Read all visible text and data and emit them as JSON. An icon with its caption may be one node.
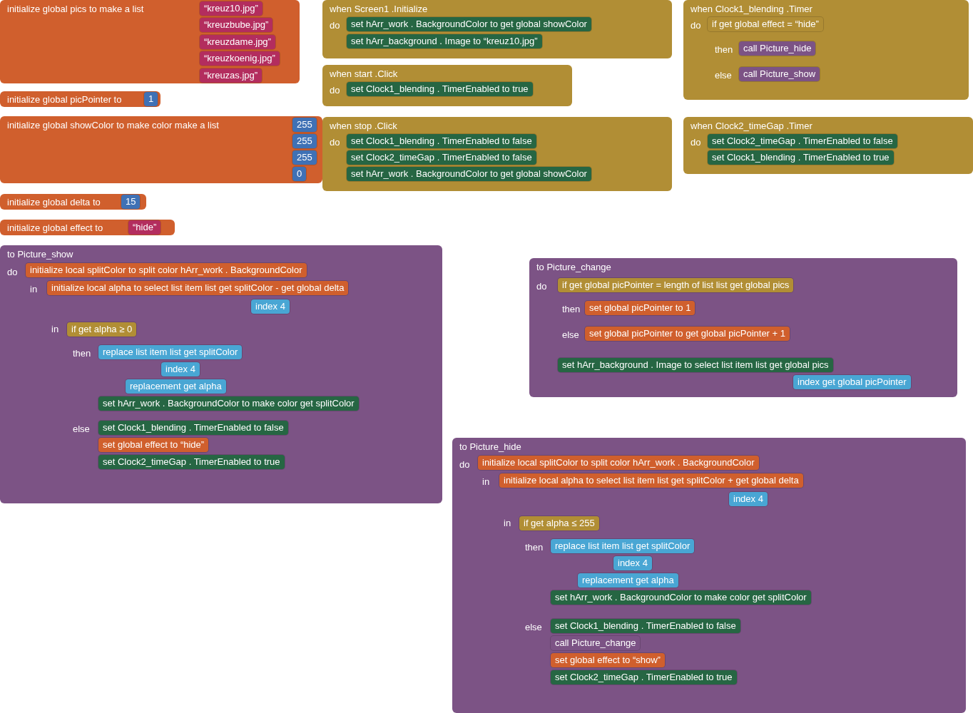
{
  "diagram": {
    "nodes": [
      {
        "text": [
          "initialize global pics to make a list",
          "“kreuz10.jpg”",
          "“kreuzbube.jpg”",
          "“kreuzdame.jpg”",
          "“kreuzkoenig.jpg”",
          "“kreuzas.jpg”"
        ]
      },
      {
        "text": [
          "initialize global picPointer to",
          "1"
        ]
      },
      {
        "text": [
          "initialize global showColor to make color make a list",
          "255",
          "255",
          "255",
          "0"
        ]
      },
      {
        "text": [
          "initialize global delta to",
          "15"
        ]
      },
      {
        "text": [
          "initialize global effect to",
          "“hide”"
        ]
      },
      {
        "text": [
          "when Screen1 .Initialize",
          "do",
          "set hArr_work . BackgroundColor to get global showColor",
          "set hArr_background . Image to “kreuz10.jpg”"
        ]
      },
      {
        "text": [
          "when start .Click",
          "do",
          "set Clock1_blending . TimerEnabled to true"
        ]
      },
      {
        "text": [
          "when stop .Click",
          "do",
          "set Clock1_blending . TimerEnabled to false",
          "set Clock2_timeGap . TimerEnabled to false",
          "set hArr_work . BackgroundColor to get global showColor"
        ]
      },
      {
        "text": [
          "when Clock1_blending .Timer",
          "do",
          "if get global effect = “hide”",
          "then",
          "call Picture_hide",
          "else",
          "call Picture_show"
        ]
      },
      {
        "text": [
          "when Clock2_timeGap .Timer",
          "do",
          "set Clock2_timeGap . TimerEnabled to false",
          "set Clock1_blending . TimerEnabled to true"
        ]
      },
      {
        "text": [
          "to Picture_show",
          "do",
          "initialize local splitColor to split color hArr_work . BackgroundColor",
          "in",
          "initialize local alpha to select list item list get splitColor - get global delta",
          "index 4",
          "in",
          "if get alpha ≥ 0",
          "then",
          "replace list item list get splitColor",
          "index 4",
          "replacement get alpha",
          "set hArr_work . BackgroundColor to make color get splitColor",
          "else",
          "set Clock1_blending . TimerEnabled to false",
          "set global effect to “hide”",
          "set Clock2_timeGap . TimerEnabled to true"
        ]
      },
      {
        "text": [
          "to Picture_change",
          "do",
          "if get global picPointer = length of list list get global pics",
          "then",
          "set global picPointer to 1",
          "else",
          "set global picPointer to get global picPointer + 1",
          "set hArr_background . Image to select list item list get global pics",
          "index get global picPointer"
        ]
      },
      {
        "text": [
          "to Picture_hide",
          "do",
          "initialize local splitColor to split color hArr_work . BackgroundColor",
          "in",
          "initialize local alpha to select list item list get splitColor + get global delta",
          "index 4",
          "in",
          "if get alpha ≤ 255",
          "then",
          "replace list item list get splitColor",
          "index 4",
          "replacement get alpha",
          "set hArr_work . BackgroundColor to make color get splitColor",
          "else",
          "set Clock1_blending . TimerEnabled to false",
          "call Picture_change",
          "set global effect to “show”",
          "set Clock2_timeGap . TimerEnabled to true"
        ]
      }
    ]
  }
}
